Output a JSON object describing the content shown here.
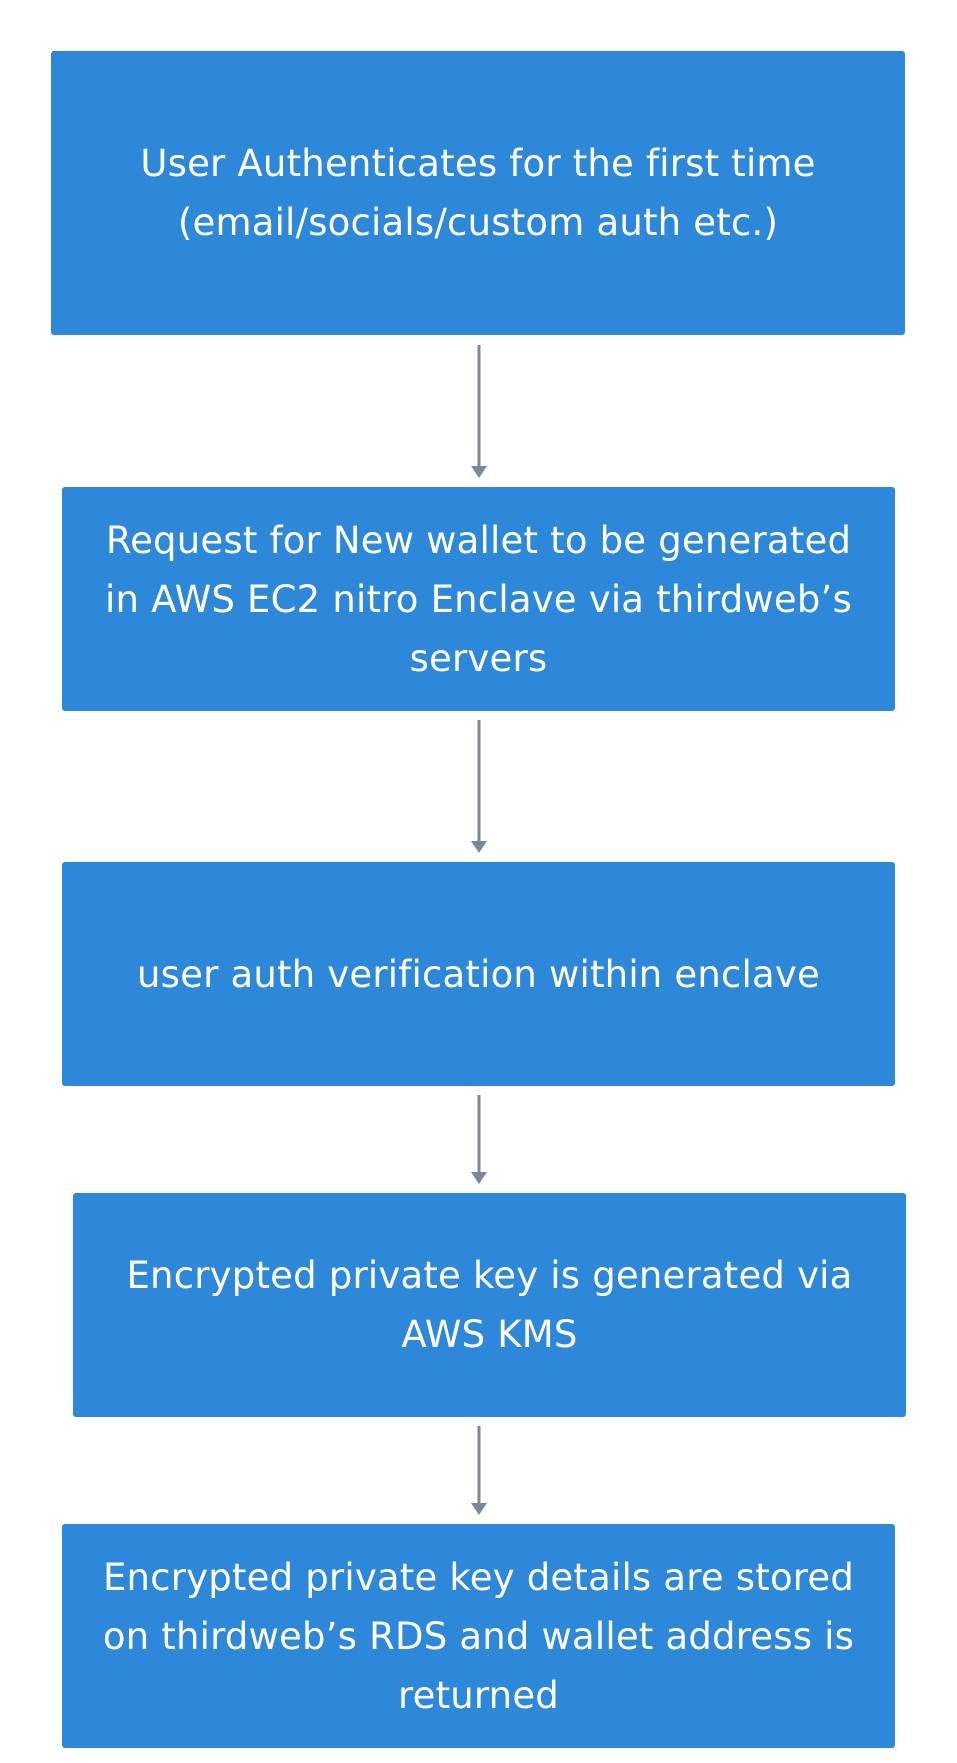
{
  "flow": {
    "steps": [
      {
        "text": "User Authenticates for the first time\n(email/socials/custom auth etc.)"
      },
      {
        "text": "Request for New wallet to be generated\nin AWS EC2 nitro Enclave via thirdweb’s\nservers"
      },
      {
        "text": "user auth verification within enclave"
      },
      {
        "text": "Encrypted private key is generated via\nAWS KMS"
      },
      {
        "text": "Encrypted private key details are stored\non thirdweb’s RDS and wallet address is\nreturned"
      }
    ],
    "colors": {
      "box_fill": "#2d88d9",
      "box_text": "#ffffff",
      "arrow": "#7b8896"
    }
  }
}
